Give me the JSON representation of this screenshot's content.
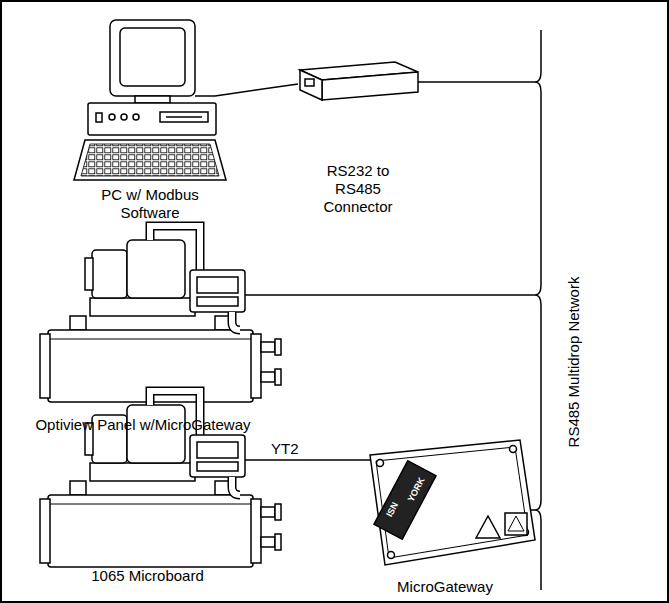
{
  "diagram": {
    "nodes": [
      {
        "text": [
          "PC w/ Modbus Software"
        ]
      },
      {
        "text": [
          "RS232 to RS485 Connector"
        ]
      },
      {
        "text": [
          "Optiview Panel w/MicroGateway"
        ]
      },
      {
        "text": [
          "1065 Microboard"
        ]
      },
      {
        "text": [
          "MicroGateway"
        ]
      }
    ],
    "edges": [
      {
        "from": 0,
        "to": 1,
        "arrow": "none"
      },
      {
        "from": 3,
        "to": 4,
        "label": "YT2",
        "arrow": "none"
      }
    ],
    "labels": [
      "RS485 Multidrop Network",
      "ISN",
      "YORK"
    ]
  }
}
